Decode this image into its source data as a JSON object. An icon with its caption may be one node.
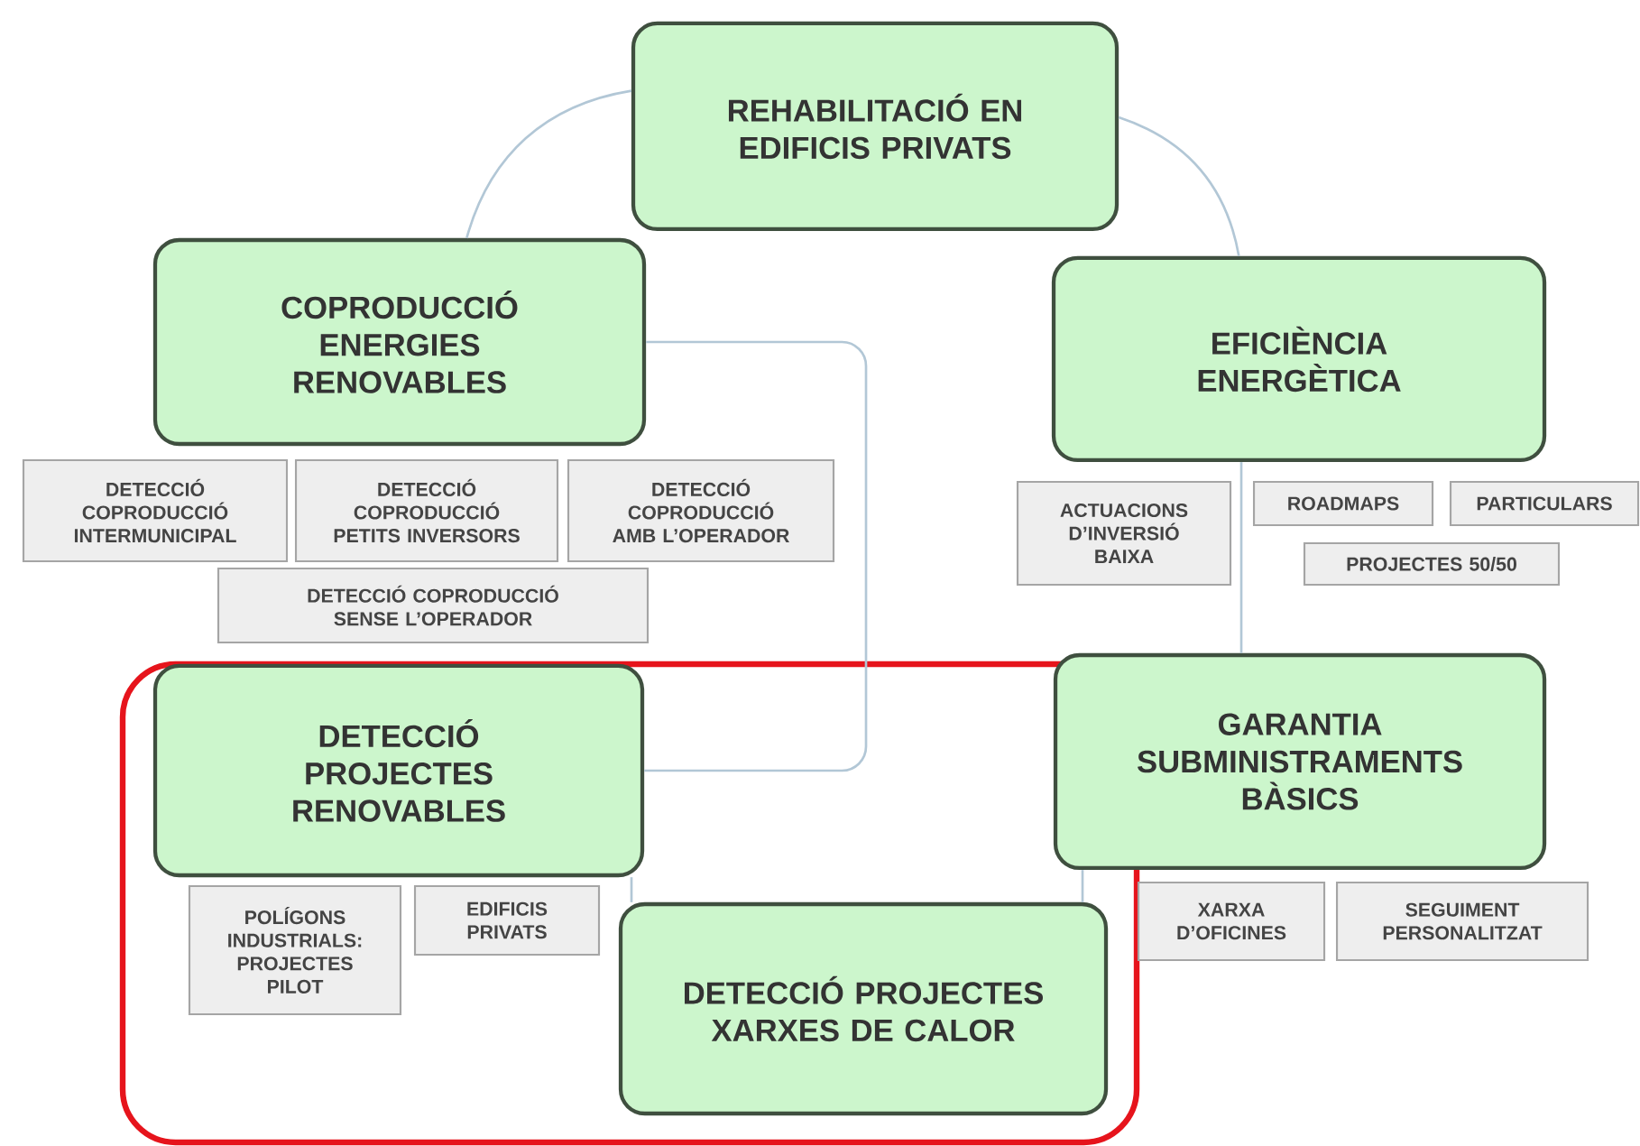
{
  "diagram": {
    "nodes": [
      {
        "text": [
          "REHABILITACIÓ EN EDIFICIS PRIVATS"
        ]
      },
      {
        "text": [
          "COPRODUCCIÓ ENERGIES RENOVABLES"
        ]
      },
      {
        "text": [
          "EFICIÈNCIA ENERGÈTICA"
        ]
      },
      {
        "text": [
          "DETECCIÓ COPRODUCCIÓ INTERMUNICIPAL"
        ]
      },
      {
        "text": [
          "DETECCIÓ COPRODUCCIÓ PETITS INVERSORS"
        ]
      },
      {
        "text": [
          "DETECCIÓ COPRODUCCIÓ AMB L’OPERADOR"
        ]
      },
      {
        "text": [
          "ACTUACIONS D’INVERSIÓ BAIXA"
        ]
      },
      {
        "text": [
          "ROADMAPS"
        ]
      },
      {
        "text": [
          "PARTICULARS"
        ]
      },
      {
        "text": [
          "DETECCIÓ COPRODUCCIÓ SENSE L’OPERADOR"
        ]
      },
      {
        "text": [
          "PROJECTES 50/50"
        ]
      },
      {
        "text": [
          "DETECCIÓ PROJECTES RENOVABLES"
        ]
      },
      {
        "text": [
          "GARANTIA SUBMINISTRAMENTS BÀSICS"
        ]
      },
      {
        "text": [
          "POLÍGONS INDUSTRIALS: PROJECTES PILOT"
        ]
      },
      {
        "text": [
          "EDIFICIS PRIVATS"
        ]
      },
      {
        "text": [
          "XARXA D’OFICINES"
        ]
      },
      {
        "text": [
          "SEGUIMENT PERSONALITZAT"
        ]
      },
      {
        "text": [
          "DETECCIÓ PROJECTES XARXES DE CALOR"
        ]
      }
    ],
    "edges": [
      {
        "from": 0,
        "to": 2,
        "arrow": "none"
      },
      {
        "from": 2,
        "to": 12,
        "arrow": "none"
      },
      {
        "from": 12,
        "to": 17,
        "arrow": "none"
      },
      {
        "from": 17,
        "to": 11,
        "arrow": "none"
      },
      {
        "from": 11,
        "to": 1,
        "arrow": "none"
      },
      {
        "from": 1,
        "to": 0,
        "arrow": "none"
      }
    ]
  }
}
